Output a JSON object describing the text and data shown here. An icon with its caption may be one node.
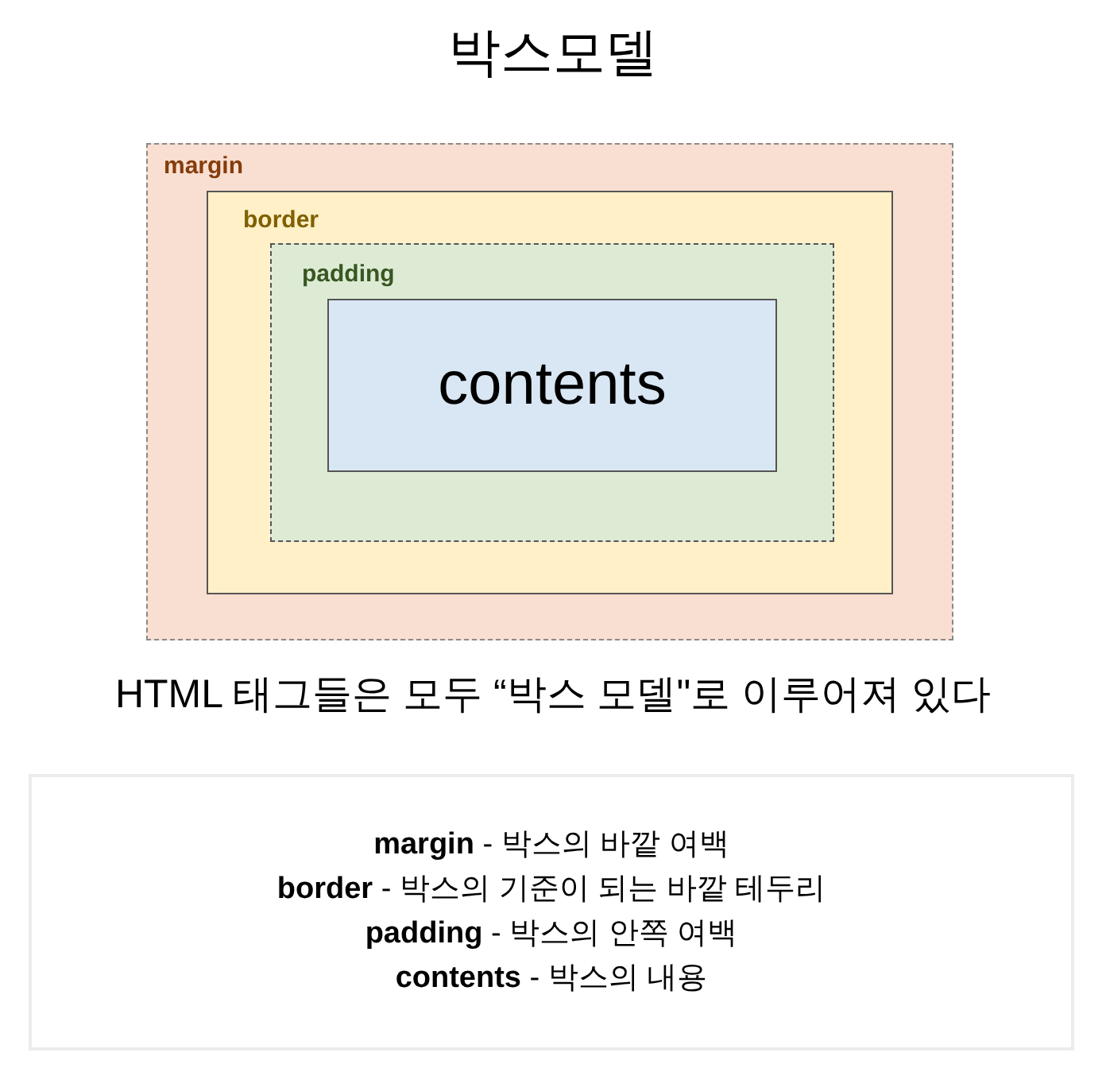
{
  "diagram": {
    "title": "박스모델",
    "nodes": [
      {
        "text": [
          "margin"
        ]
      },
      {
        "text": [
          "border"
        ],
        "in": 0
      },
      {
        "text": [
          "padding"
        ],
        "in": 1
      },
      {
        "text": [
          "contents"
        ],
        "in": 2
      },
      {
        "text": [
          "**margin** - 박스의 바깥 여백",
          "**border** - 박스의 기준이 되는 바깥 테두리",
          "**padding** - 박스의 안쪽 여백",
          "**contents** - 박스의 내용"
        ]
      }
    ],
    "labels": [
      "HTML 태그들은 모두 “박스 모델\"로 이루어져 있다"
    ]
  }
}
